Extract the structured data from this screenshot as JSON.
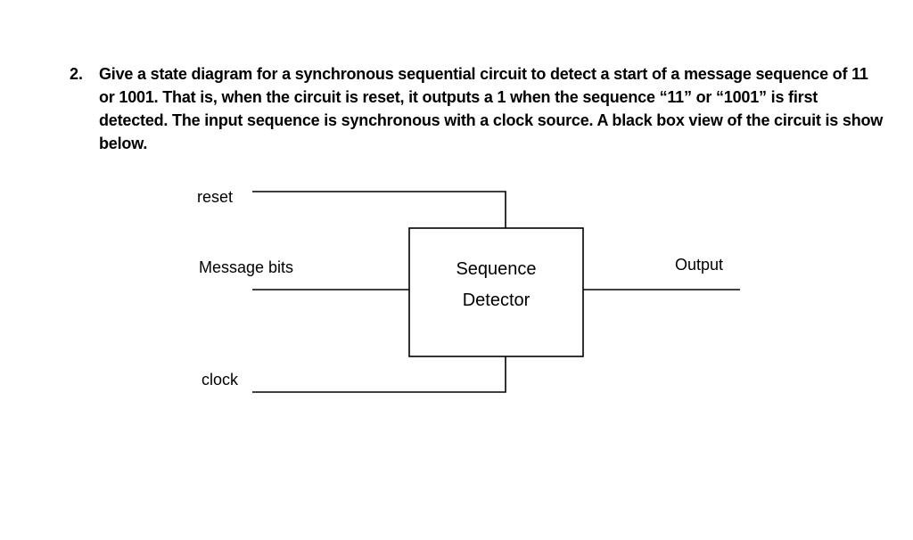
{
  "question": {
    "number": "2.",
    "text": "Give a state diagram for a synchronous sequential circuit to detect a start of a message sequence of 11 or 1001. That is, when the circuit is reset, it outputs a 1 when the sequence “11” or “1001” is first detected. The input sequence is synchronous with a clock source. A black box view of the circuit is show below."
  },
  "diagram": {
    "reset_label": "reset",
    "message_label": "Message bits",
    "clock_label": "clock",
    "output_label": "Output",
    "box_line1": "Sequence",
    "box_line2": "Detector"
  }
}
